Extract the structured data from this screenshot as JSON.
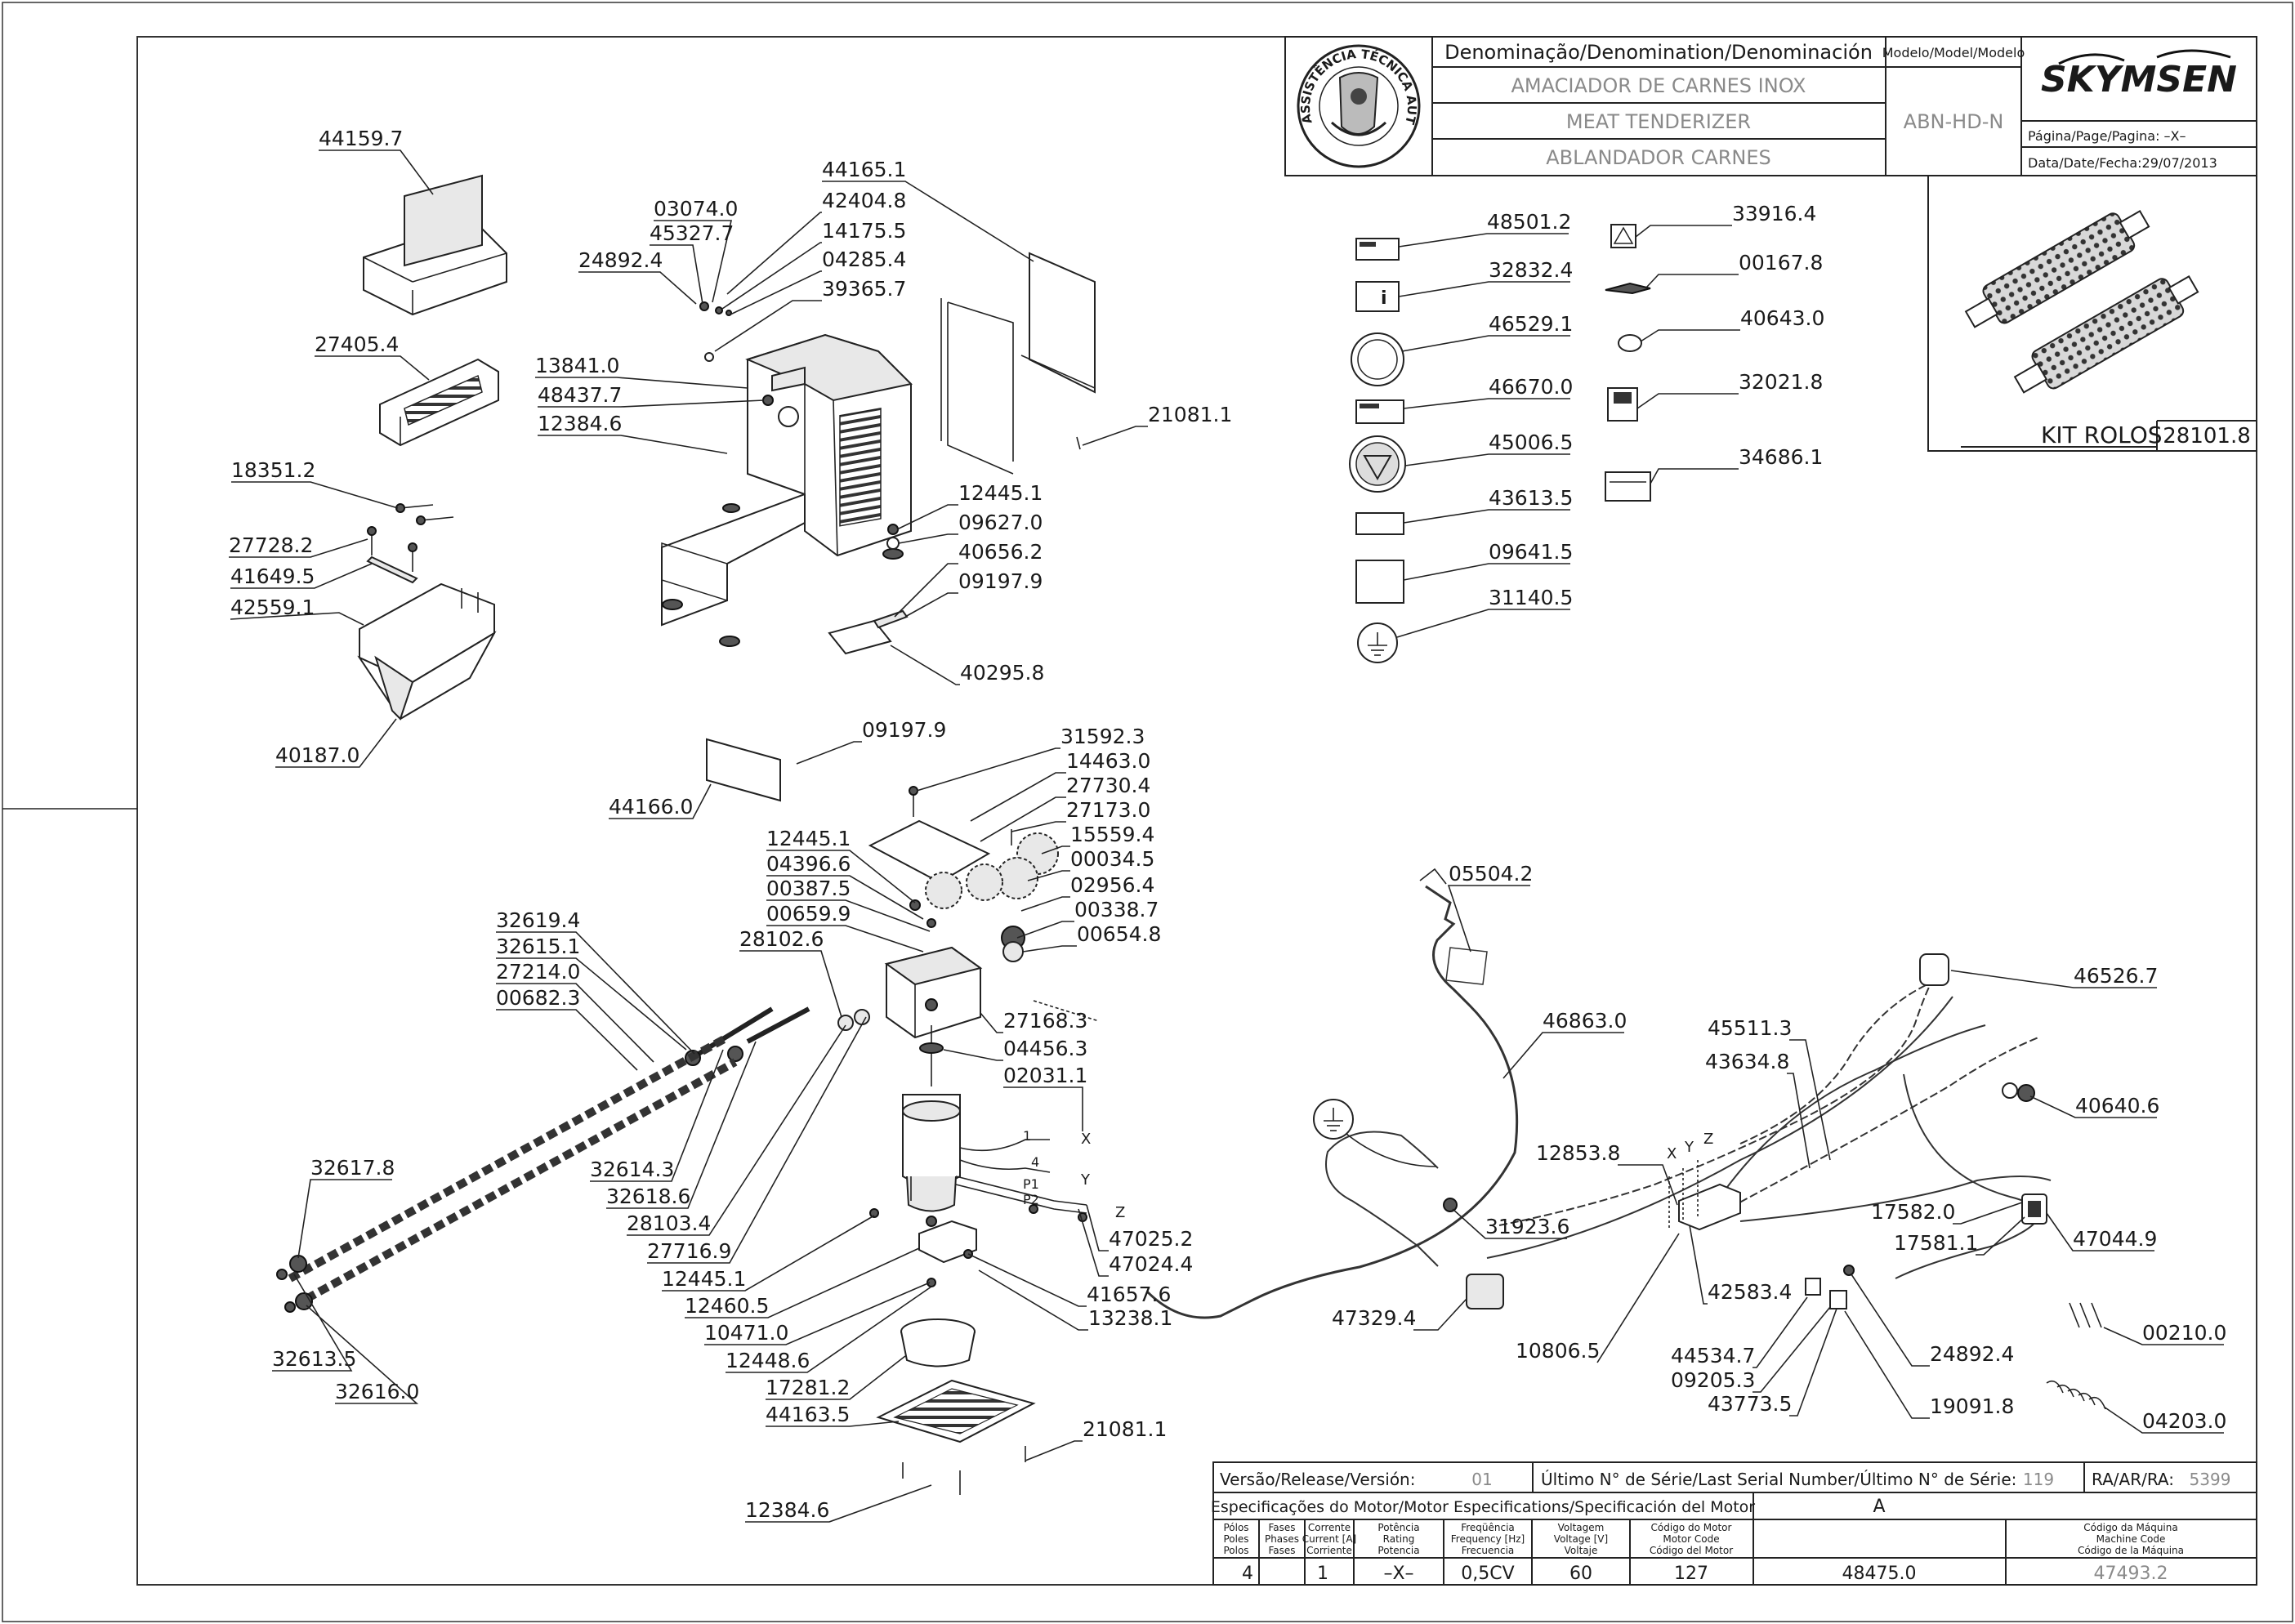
{
  "title_block": {
    "denomination_header": "Denominação/Denomination/Denominación",
    "model_header": "Modelo/Model/Modelo",
    "names": [
      "AMACIADOR DE CARNES INOX",
      "MEAT TENDERIZER",
      "ABLANDADOR CARNES"
    ],
    "model": "ABN-HD-N",
    "brand": "SKYMSEN",
    "page_label": "Página/Page/Pagina: –X–",
    "date_label": "Data/Date/Fecha:29/07/2013",
    "seal_text": "ASSISTÊNCIA TÉCNICA AUTORIZADA",
    "kit_label": "KIT ROLOS",
    "kit_code": "28101.8"
  },
  "spec_block": {
    "version_label": "Versão/Release/Versión:",
    "version_value": "01",
    "serial_label": "Último N° de Série/Last Serial Number/Último N° de Série:",
    "serial_value": "119",
    "ra_label": "RA/AR/RA:",
    "ra_value": "5399",
    "motor_spec_label": "Especificações do Motor/Motor Especifications/Specificación del Motor",
    "motor_letter": "A",
    "headers": [
      [
        "Pólos",
        "Poles",
        "Polos"
      ],
      [
        "Fases",
        "Phases",
        "Fases"
      ],
      [
        "Corrente",
        "Current [A]",
        "Corriente"
      ],
      [
        "Potência",
        "Rating",
        "Potencia"
      ],
      [
        "Freqüência",
        "Frequency [Hz]",
        "Frecuencia"
      ],
      [
        "Voltagem",
        "Voltage [V]",
        "Voltaje"
      ],
      [
        "Código do Motor",
        "Motor Code",
        "Código del Motor"
      ],
      [
        "Código da Máquina",
        "Machine Code",
        "Código de la Máquina"
      ]
    ],
    "values": [
      "4",
      "1",
      "–X–",
      "0,5CV",
      "60",
      "127",
      "48475.0",
      "47493.2"
    ]
  },
  "wire_marks": {
    "x": "X",
    "y": "Y",
    "z": "Z",
    "one": "1",
    "four": "4",
    "p1": "P1",
    "p2": "P2"
  },
  "parts": [
    "44159.7",
    "27405.4",
    "18351.2",
    "27728.2",
    "41649.5",
    "42559.1",
    "40187.0",
    "03074.0",
    "45327.7",
    "24892.4",
    "14175.5",
    "04285.4",
    "39365.7",
    "42404.8",
    "44165.1",
    "13841.0",
    "48437.7",
    "12384.6",
    "21081.1",
    "12445.1",
    "09627.0",
    "40656.2",
    "09197.9",
    "40295.8",
    "44166.0",
    "09197.9",
    "31592.3",
    "14463.0",
    "27730.4",
    "27173.0",
    "15559.4",
    "00034.5",
    "02956.4",
    "00338.7",
    "00654.8",
    "12445.1",
    "04396.6",
    "00387.5",
    "00659.9",
    "28102.6",
    "32619.4",
    "32615.1",
    "27214.0",
    "00682.3",
    "27168.3",
    "04456.3",
    "02031.1",
    "32614.3",
    "32618.6",
    "28103.4",
    "27716.9",
    "32617.8",
    "12445.1",
    "12460.5",
    "10471.0",
    "12448.6",
    "17281.2",
    "44163.5",
    "32613.5",
    "32616.0",
    "47025.2",
    "47024.4",
    "41657.6",
    "13238.1",
    "21081.1",
    "12384.6",
    "48501.2",
    "33916.4",
    "32832.4",
    "00167.8",
    "46529.1",
    "40643.0",
    "46670.0",
    "32021.8",
    "45006.5",
    "34686.1",
    "43613.5",
    "09641.5",
    "31140.5",
    "05504.2",
    "46863.0",
    "46526.7",
    "45511.3",
    "43634.8",
    "40640.6",
    "12853.8",
    "31923.6",
    "17582.0",
    "17581.1",
    "47044.9",
    "47329.4",
    "42583.4",
    "10806.5",
    "44534.7",
    "09205.3",
    "43773.5",
    "24892.4",
    "19091.8",
    "00210.0",
    "04203.0"
  ]
}
